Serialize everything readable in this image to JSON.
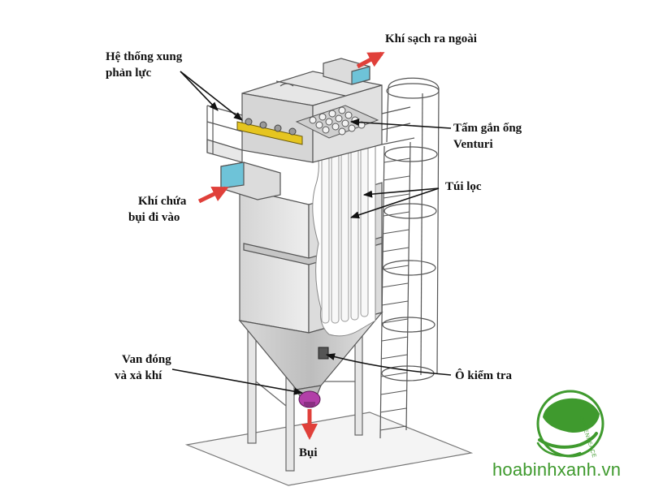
{
  "labels": {
    "pulse_system_line1": "Hệ thống xung",
    "pulse_system_line2": "phản lực",
    "clean_gas_out": "Khí sạch ra ngoài",
    "venturi_plate_line1": "Tấm gắn ống",
    "venturi_plate_line2": "Venturi",
    "filter_bags": "Túi lọc",
    "dusty_gas_in_line1": "Khí chứa",
    "dusty_gas_in_line2": "bụi đi vào",
    "valve_line1": "Van đóng",
    "valve_line2": "và xả khí",
    "inspection_hatch": "Ô kiểm tra",
    "dust": "Bụi"
  },
  "watermark": {
    "site": "hoabinhxanh.vn",
    "logo_text": "GREENPEACE"
  },
  "colors": {
    "arrow": "#e0403a",
    "duct_accent": "#6ec3d8",
    "valve": "#b23fa8",
    "yellow_pipe": "#e6c520",
    "brand_green": "#3f9a2e",
    "steel_light": "#e9e9e9",
    "steel_mid": "#cfcfcf",
    "steel_dark": "#a6a6a6"
  }
}
